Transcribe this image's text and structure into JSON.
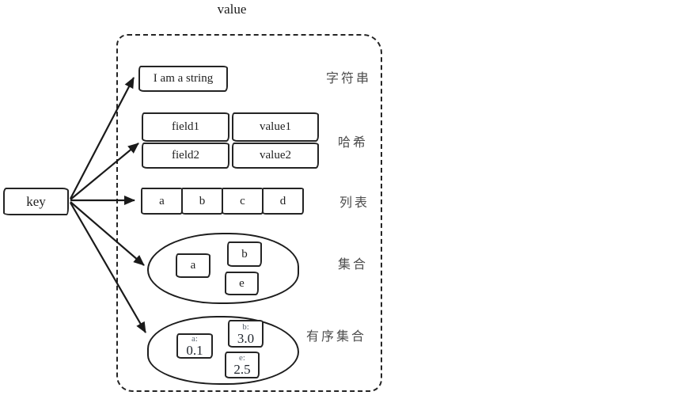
{
  "title": "value",
  "key_box": {
    "label": "key"
  },
  "colors": {
    "stroke": "#242424",
    "dashed_border": "#252525",
    "label_gray": "#4d4d4d",
    "background": "#ffffff"
  },
  "rows": {
    "string": {
      "value": "I am a string",
      "label": "字符串"
    },
    "hash": {
      "label": "哈希",
      "pairs": [
        {
          "field": "field1",
          "value": "value1"
        },
        {
          "field": "field2",
          "value": "value2"
        }
      ]
    },
    "list": {
      "label": "列表",
      "items": [
        "a",
        "b",
        "c",
        "d"
      ]
    },
    "set": {
      "label": "集合",
      "members": [
        "a",
        "b",
        "e"
      ]
    },
    "sorted_set": {
      "label": "有序集合",
      "members": [
        {
          "member": "a:",
          "score": "0.1"
        },
        {
          "member": "b:",
          "score": "3.0"
        },
        {
          "member": "e:",
          "score": "2.5"
        }
      ]
    }
  }
}
